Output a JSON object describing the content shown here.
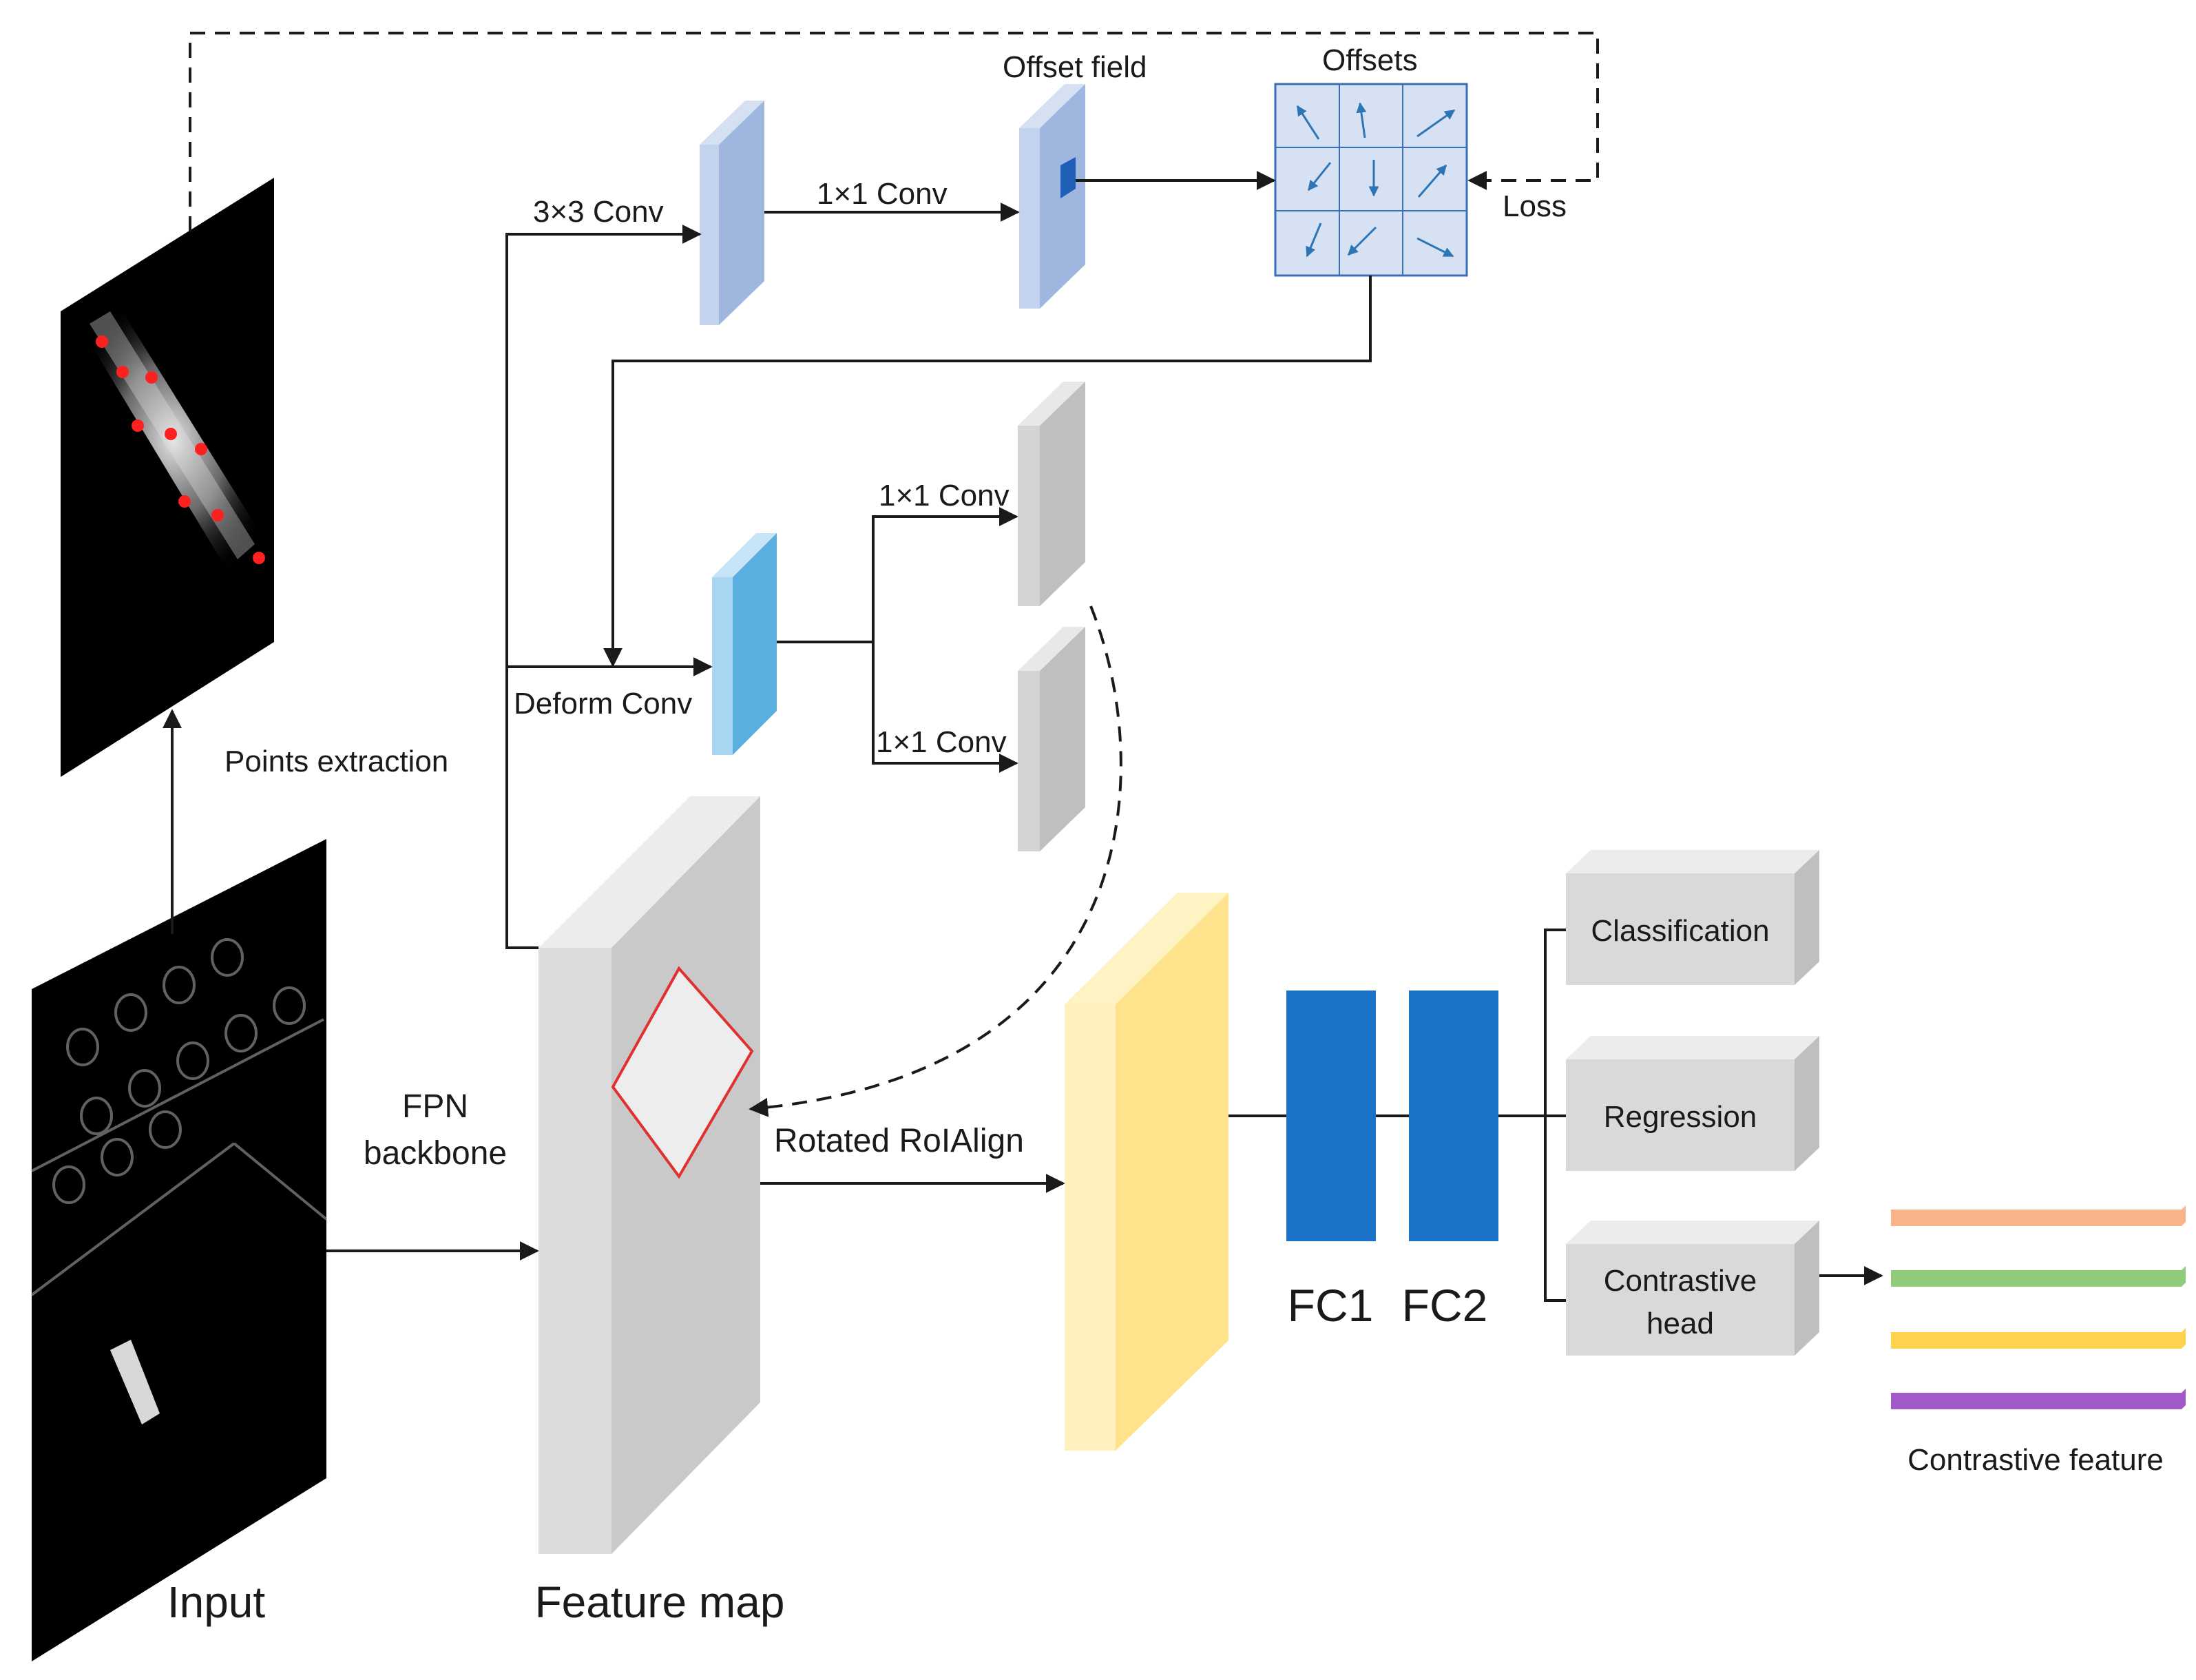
{
  "labels": {
    "offset_field": "Offset field",
    "offsets": "Offsets",
    "conv3x3": "3×3 Conv",
    "conv1x1_top": "1×1 Conv",
    "loss": "Loss",
    "conv1x1_mid_a": "1×1 Conv",
    "conv1x1_mid_b": "1×1 Conv",
    "deform_conv": "Deform Conv",
    "points_extraction": "Points extraction",
    "fpn_line1": "FPN",
    "fpn_line2": "backbone",
    "rotated_roialign": "Rotated RoIAlign",
    "input": "Input",
    "feature_map": "Feature map",
    "fc1": "FC1",
    "fc2": "FC2",
    "classification": "Classification",
    "regression": "Regression",
    "contrastive_line1": "Contrastive",
    "contrastive_line2": "head",
    "contrastive_feature": "Contrastive feature"
  },
  "colors": {
    "offset_block": "#b4c7e7",
    "deform_block": "#7fbfe6",
    "gray_block": "#cfcfcf",
    "feature_map": "#d9d9d9",
    "roi_block": "#ffe699",
    "fc_block": "#1c72c9",
    "head_box": "#d9d9d9",
    "roi_outline": "#e03030",
    "arrow_blue": "#2e75b6",
    "feat_orange": "#f8b38a",
    "feat_green": "#8fcc7a",
    "feat_yellow": "#ffd34d",
    "feat_purple": "#a259c9"
  },
  "icons": {
    "grid_arrows": [
      "arrow-up-left-icon",
      "arrow-up-icon",
      "arrow-up-right-icon",
      "arrow-down-left-icon",
      "arrow-down-icon",
      "arrow-up-right-icon",
      "arrow-down-left-icon",
      "arrow-down-left-icon",
      "arrow-down-right-icon"
    ]
  }
}
